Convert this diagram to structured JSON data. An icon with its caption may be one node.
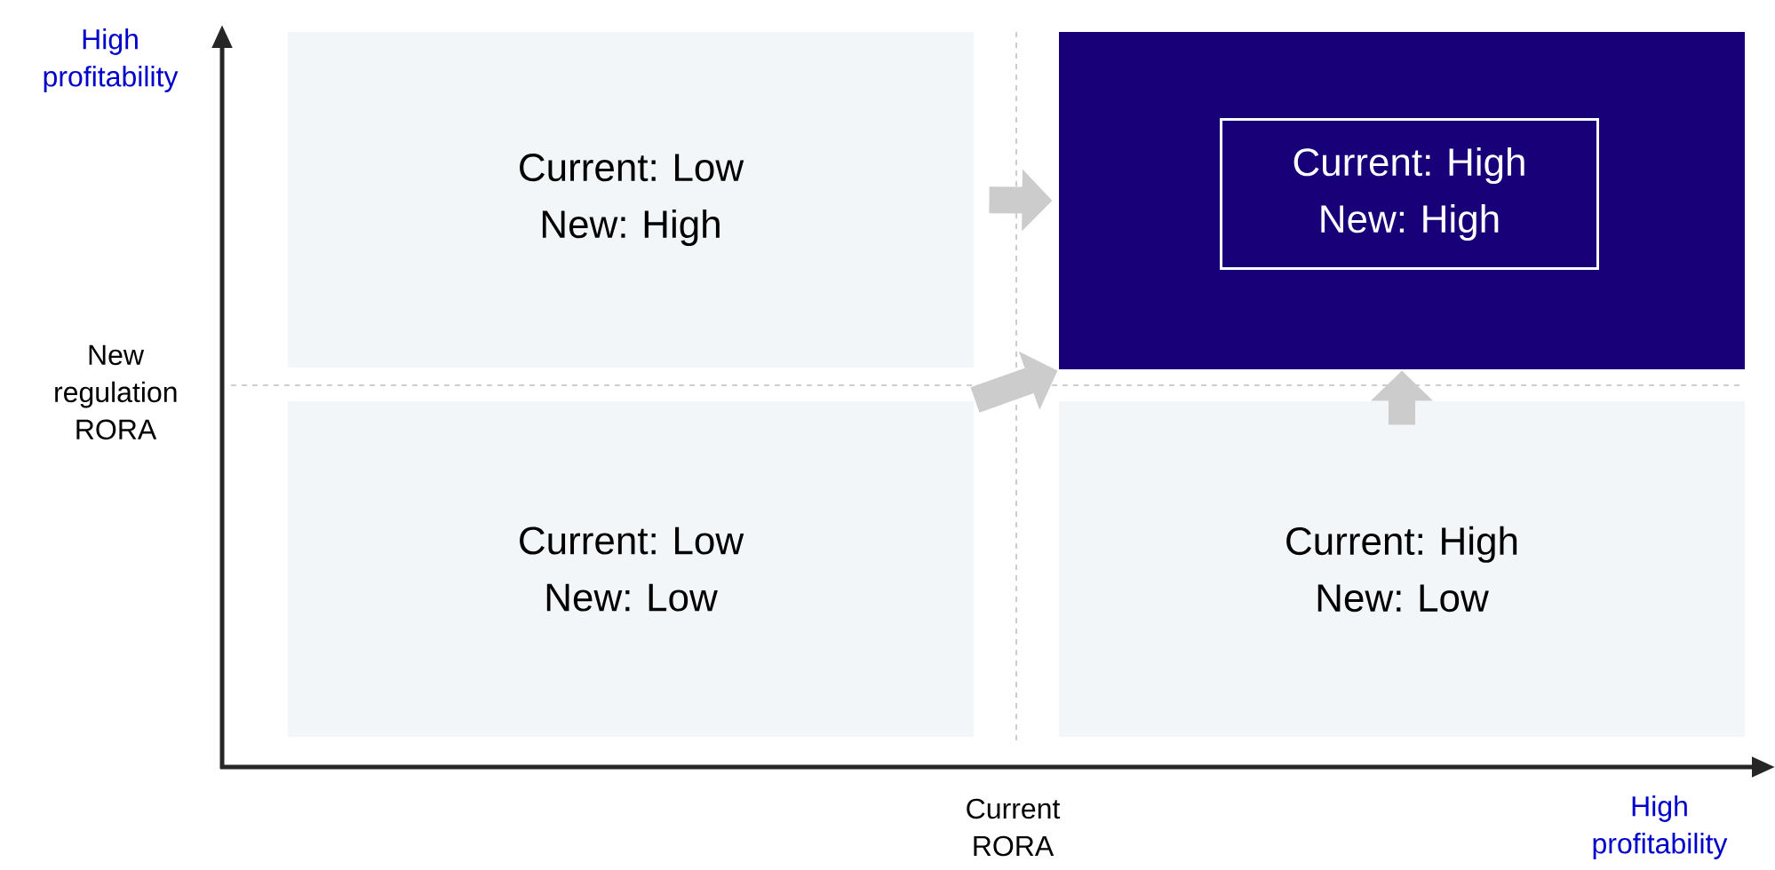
{
  "diagram": {
    "nodes": [
      {
        "text": [
          "Current: Low New: High"
        ]
      },
      {
        "text": [],
        "shape": "box"
      },
      {
        "text": [
          "Current: High New: High"
        ],
        "in": 1
      },
      {
        "text": [
          "Current: Low New: Low"
        ]
      },
      {
        "text": [
          "Current: High New: Low"
        ]
      }
    ],
    "edges": [
      {
        "from": 0,
        "to": 1,
        "arrow": "to"
      },
      {
        "from": 3,
        "to": 1,
        "arrow": "to"
      },
      {
        "from": 4,
        "to": 1,
        "arrow": "to"
      }
    ],
    "labels": [
      "High profitability",
      "New regulation RORA",
      "Current RORA",
      "High profitability"
    ]
  }
}
